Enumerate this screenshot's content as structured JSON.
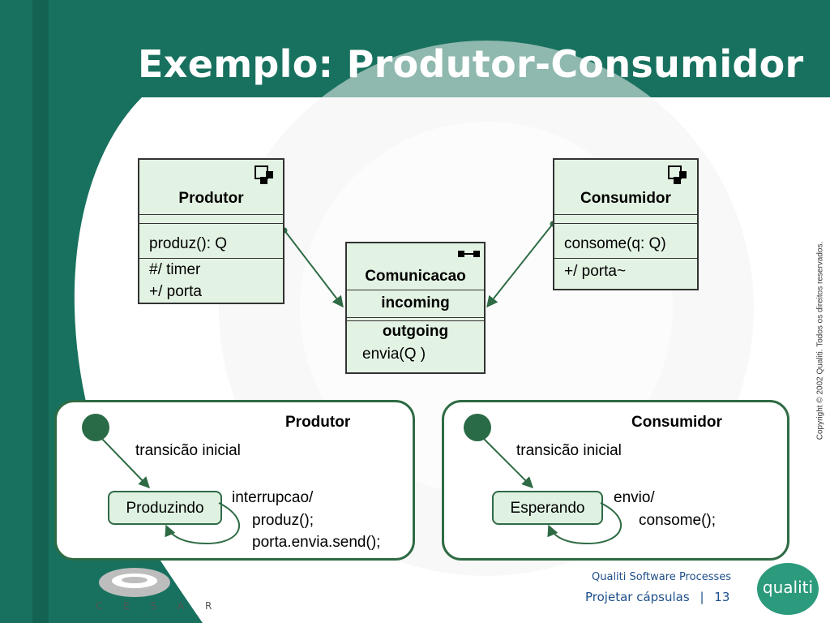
{
  "slide": {
    "title": "Exemplo: Produtor-Consumidor",
    "copyright": "Copyright © 2002 Qualiti. Todos os direitos reservados.",
    "footer_company": "Qualiti Software Processes",
    "footer_section": "Projetar cápsulas",
    "footer_separator": "|",
    "page_number": "13",
    "logo_left_text": "C E S A R",
    "logo_right_text": "qualiti",
    "colors": {
      "teal": "#18715e",
      "dark_teal": "#0f5646",
      "class_fill": "#e3f3e3",
      "state_fill": "#dff2e1",
      "frame_border": "#2e6b44",
      "footer_text": "#1e4f8a"
    }
  },
  "class_diagram": {
    "produtor": {
      "name": "Produtor",
      "operation": "produz(): Q",
      "attr1": "#/ timer",
      "attr2": "+/ porta",
      "stereotype_icon": "capsule-icon"
    },
    "consumidor": {
      "name": "Consumidor",
      "operation": "consome(q: Q)",
      "attr1": "+/ porta~",
      "stereotype_icon": "capsule-icon"
    },
    "comunicacao": {
      "name": "Comunicacao",
      "incoming": "incoming",
      "outgoing": "outgoing",
      "signal": "envia(Q )",
      "stereotype_icon": "protocol-icon"
    }
  },
  "state_machines": {
    "produtor": {
      "title": "Produtor",
      "initial_label": "transicão inicial",
      "state": "Produzindo",
      "trigger_line1": "interrupcao/",
      "trigger_line2": "produz();",
      "trigger_line3": "porta.envia.send();"
    },
    "consumidor": {
      "title": "Consumidor",
      "initial_label": "transicão inicial",
      "state": "Esperando",
      "trigger_line1": "envio/",
      "trigger_line2": "consome();"
    }
  }
}
